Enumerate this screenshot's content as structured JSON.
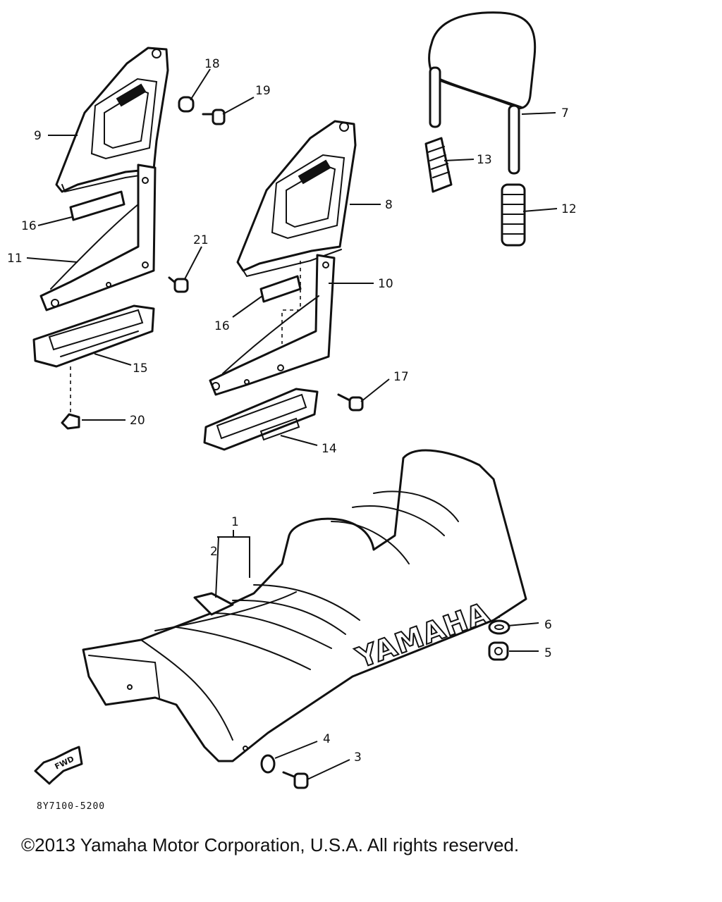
{
  "diagram": {
    "brand_text": "YAMAHA",
    "forward_label": "FWD",
    "drawing_code": "8Y7100-5200",
    "callouts": [
      {
        "id": "c1",
        "label": "1"
      },
      {
        "id": "c2",
        "label": "2"
      },
      {
        "id": "c3",
        "label": "3"
      },
      {
        "id": "c4",
        "label": "4"
      },
      {
        "id": "c5",
        "label": "5"
      },
      {
        "id": "c6",
        "label": "6"
      },
      {
        "id": "c7",
        "label": "7"
      },
      {
        "id": "c8",
        "label": "8"
      },
      {
        "id": "c9",
        "label": "9"
      },
      {
        "id": "c10",
        "label": "10"
      },
      {
        "id": "c11",
        "label": "11"
      },
      {
        "id": "c12",
        "label": "12"
      },
      {
        "id": "c13",
        "label": "13"
      },
      {
        "id": "c14",
        "label": "14"
      },
      {
        "id": "c15",
        "label": "15"
      },
      {
        "id": "c16a",
        "label": "16"
      },
      {
        "id": "c16b",
        "label": "16"
      },
      {
        "id": "c17",
        "label": "17"
      },
      {
        "id": "c18",
        "label": "18"
      },
      {
        "id": "c19",
        "label": "19"
      },
      {
        "id": "c20",
        "label": "20"
      },
      {
        "id": "c21",
        "label": "21"
      }
    ]
  },
  "footer": {
    "copyright": "©2013 Yamaha Motor Corporation, U.S.A. All rights reserved."
  }
}
